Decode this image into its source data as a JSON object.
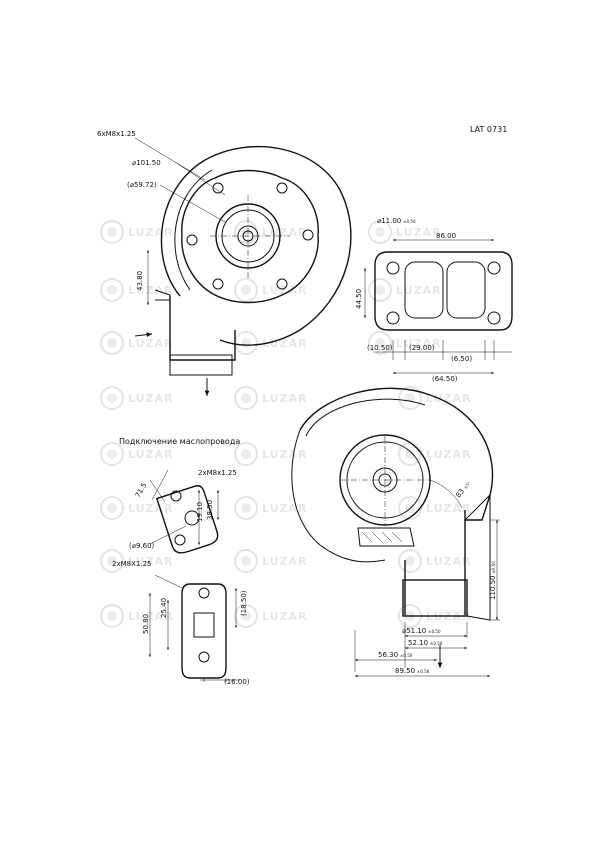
{
  "part_number": "LAT 0731",
  "watermark": {
    "brand": "LUZAR",
    "icon": "luzar-logo-icon"
  },
  "oil_connection_title": "Подключение маслопровода",
  "top_view": {
    "bolt_callout": "6xM8x1.25",
    "dia_outer": "⌀101.50",
    "dia_inner": "(⌀59.72)",
    "height_left": "43.80"
  },
  "flange": {
    "hole_dia": "⌀11.00",
    "hole_dia_tol": "±0.50",
    "width_top": "86.00",
    "height": "44.50",
    "left_offset": "(10.50)",
    "port_width": "(29.00)",
    "right_offset": "(6.50)",
    "total_width": "(64.50)"
  },
  "oil_flange_1": {
    "thread": "2xM8x1.25",
    "angle": "71.5",
    "height_a": "38.50",
    "height_b": "19.10",
    "bore": "(⌀9.60)"
  },
  "oil_flange_2": {
    "thread": "2xM8X1.25",
    "height_a": "50.80",
    "height_b": "25.40",
    "height_c": "(18.50)",
    "width": "(16.00)"
  },
  "bottom_view": {
    "angle": "83",
    "angle_tol": "±5°",
    "height": "110.50",
    "height_tol": "±0.50",
    "dia_port": "⌀51.10",
    "dia_port_tol": "±0.50",
    "width_1": "52.10",
    "width_1_tol": "±0.50",
    "width_2": "56.30",
    "width_2_tol": "±0.50",
    "width_3": "89.50",
    "width_3_tol": "±0.50"
  }
}
